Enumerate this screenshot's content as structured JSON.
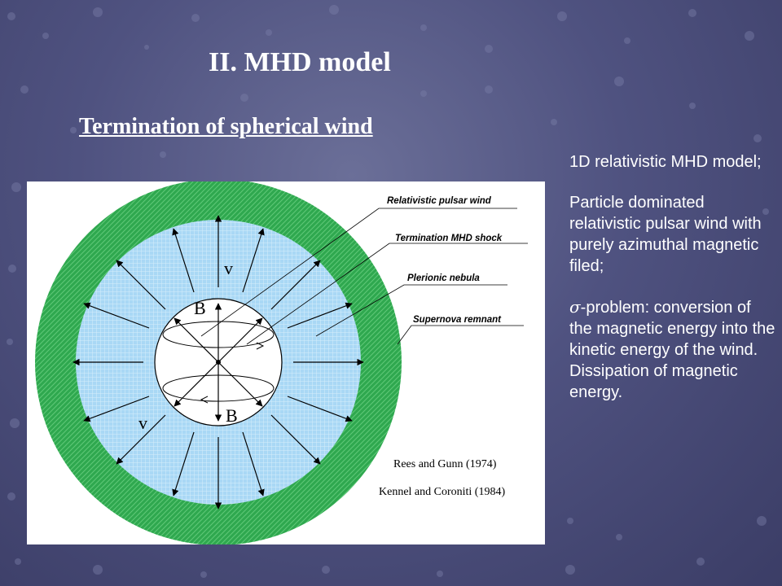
{
  "slide": {
    "title": "II.  MHD  model",
    "subtitle": "Termination  of  spherical  wind"
  },
  "diagram": {
    "labels": {
      "wind": "Relativistic pulsar wind",
      "shock": "Termination MHD shock",
      "nebula": "Plerionic nebula",
      "snr": "Supernova remnant"
    },
    "symbols": {
      "v_top": "v",
      "v_left": "v",
      "b_top": "B",
      "b_bottom": "B"
    },
    "references": {
      "ref1": "Rees and Gunn (1974)",
      "ref2": "Kennel and Coroniti (1984)"
    },
    "colors": {
      "remnant": "#2fa84f",
      "nebula": "#a9d8f5",
      "inner": "#ffffff"
    }
  },
  "notes": {
    "p1": "1D relativistic MHD model;",
    "p2": "Particle dominated relativistic pulsar wind with purely azimuthal magnetic filed;",
    "p3_symbol": "σ",
    "p3": "-problem: conversion of the magnetic energy into the kinetic energy of the wind. Dissipation of magnetic energy."
  }
}
